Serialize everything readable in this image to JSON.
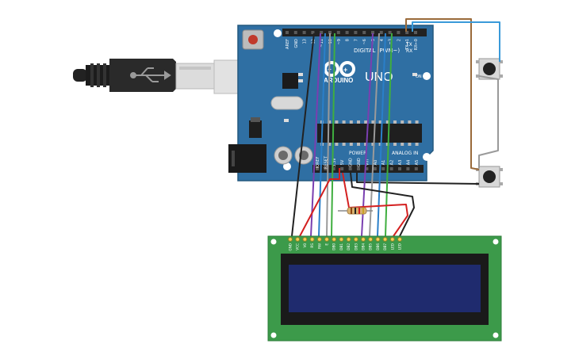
{
  "arduino": {
    "brand": "ARDUINO",
    "model": "UNO",
    "digital_header_label": "DIGITAL (PWM~)",
    "power_header_label": "POWER",
    "analog_header_label": "ANALOG IN",
    "on_led_label": "ON",
    "tx_label": "TX",
    "rx_label": "RX",
    "top_pins": [
      "AREF",
      "GND",
      "13",
      "12",
      "~11",
      "~10",
      "~9",
      "8",
      "7",
      "~6",
      "~5",
      "4",
      "~3",
      "2",
      "TX→1",
      "RX←0"
    ],
    "bottom_pins": [
      "IOREF",
      "RESET",
      "3.3V",
      "5V",
      "GND",
      "GND",
      "Vin",
      "A0",
      "A1",
      "A2",
      "A3",
      "A4",
      "A5"
    ]
  },
  "lcd": {
    "pins": [
      "GND",
      "VCC",
      "V0",
      "RS",
      "RW",
      "E",
      "DB0",
      "DB1",
      "DB2",
      "DB3",
      "DB4",
      "DB5",
      "DB6",
      "DB7",
      "LED",
      "LED"
    ]
  },
  "colors": {
    "board": "#2f6fa3",
    "board_dark": "#24587f",
    "lcd_pcb": "#3c9a4a",
    "lcd_screen": "#1f2b6e",
    "wire_black": "#222222",
    "wire_red": "#d42020",
    "wire_purple": "#7a3fb0",
    "wire_gray": "#9a9a9a",
    "wire_blue": "#2a7fc9",
    "wire_green": "#3fae3f",
    "wire_brown": "#9a6a3a",
    "wire_lightblue": "#3a9ad9"
  },
  "icons": [
    "usb-symbol-icon",
    "arduino-infinity-logo-icon"
  ]
}
